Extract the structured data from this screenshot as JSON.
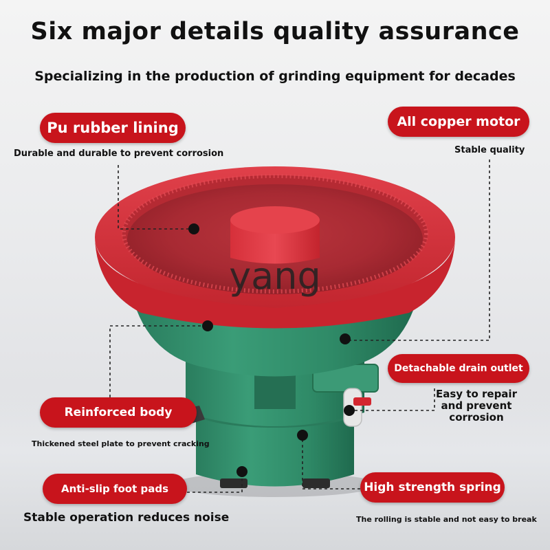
{
  "title": "Six major details quality assurance",
  "subtitle": "Specializing in the production of grinding equipment for decades",
  "watermark": "yang",
  "features": {
    "pu_lining": {
      "label": "Pu rubber lining",
      "note": "Durable and durable to prevent corrosion"
    },
    "copper_motor": {
      "label": "All copper motor",
      "note": "Stable quality"
    },
    "drain_outlet": {
      "label": "Detachable drain outlet",
      "note": "Easy to repair\nand prevent\ncorrosion"
    },
    "reinforced_body": {
      "label": "Reinforced body",
      "note": "Thickened steel plate to prevent cracking"
    },
    "foot_pads": {
      "label": "Anti-slip foot pads",
      "note": "Stable operation reduces noise"
    },
    "spring": {
      "label": "High strength spring",
      "note": "The rolling is stable and not easy to break"
    }
  },
  "colors": {
    "accent_red": "#c8141c",
    "bowl_green": "#2f8f6b",
    "lining_red": "#d8323c"
  }
}
